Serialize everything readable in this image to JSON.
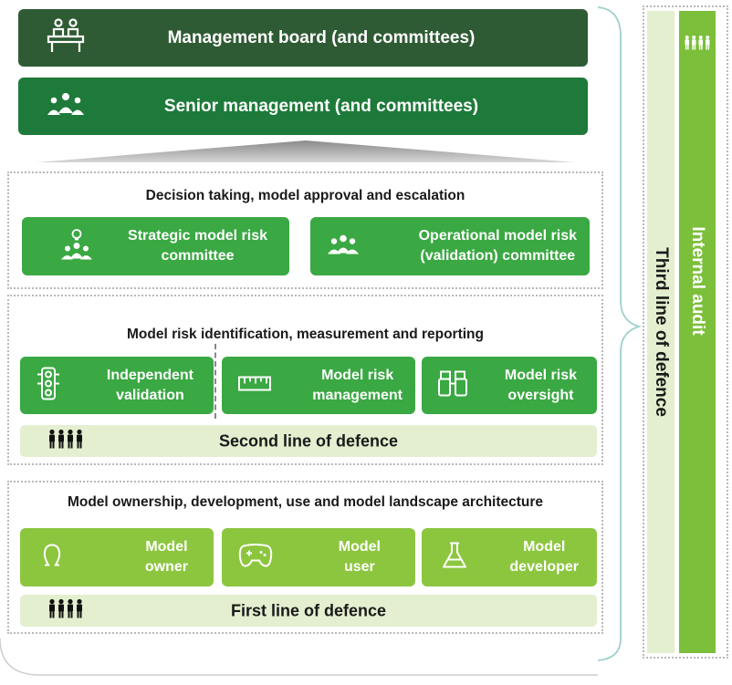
{
  "management_board": {
    "label": "Management board (and committees)",
    "icon": "board-meeting-icon",
    "color": "#2f5b34"
  },
  "senior_management": {
    "label": "Senior management (and committees)",
    "icon": "people-group-icon",
    "color": "#1e7a3a"
  },
  "decision_section": {
    "title": "Decision taking, model approval and escalation",
    "boxes": [
      {
        "line1": "Strategic model risk",
        "line2": "committee",
        "icon": "strategy-people-icon"
      },
      {
        "line1": "Operational model risk",
        "line2": "(validation) committee",
        "icon": "people-group-icon"
      }
    ]
  },
  "second_section": {
    "title": "Model risk identification, measurement and reporting",
    "boxes": [
      {
        "line1": "Independent",
        "line2": "validation",
        "icon": "traffic-light-icon"
      },
      {
        "line1": "Model risk",
        "line2": "management",
        "icon": "ruler-icon"
      },
      {
        "line1": "Model risk",
        "line2": "oversight",
        "icon": "binoculars-icon"
      }
    ],
    "band": "Second line of defence"
  },
  "first_section": {
    "title": "Model ownership, development, use and model landscape architecture",
    "boxes": [
      {
        "line1": "Model",
        "line2": "owner",
        "icon": "person-outline-icon"
      },
      {
        "line1": "Model",
        "line2": "user",
        "icon": "gamepad-icon"
      },
      {
        "line1": "Model",
        "line2": "developer",
        "icon": "flask-icon"
      }
    ],
    "band": "First line of defence"
  },
  "third_line": {
    "label": "Third line of defence"
  },
  "internal_audit": {
    "label": "Internal audit",
    "color": "#7cbf3a"
  }
}
